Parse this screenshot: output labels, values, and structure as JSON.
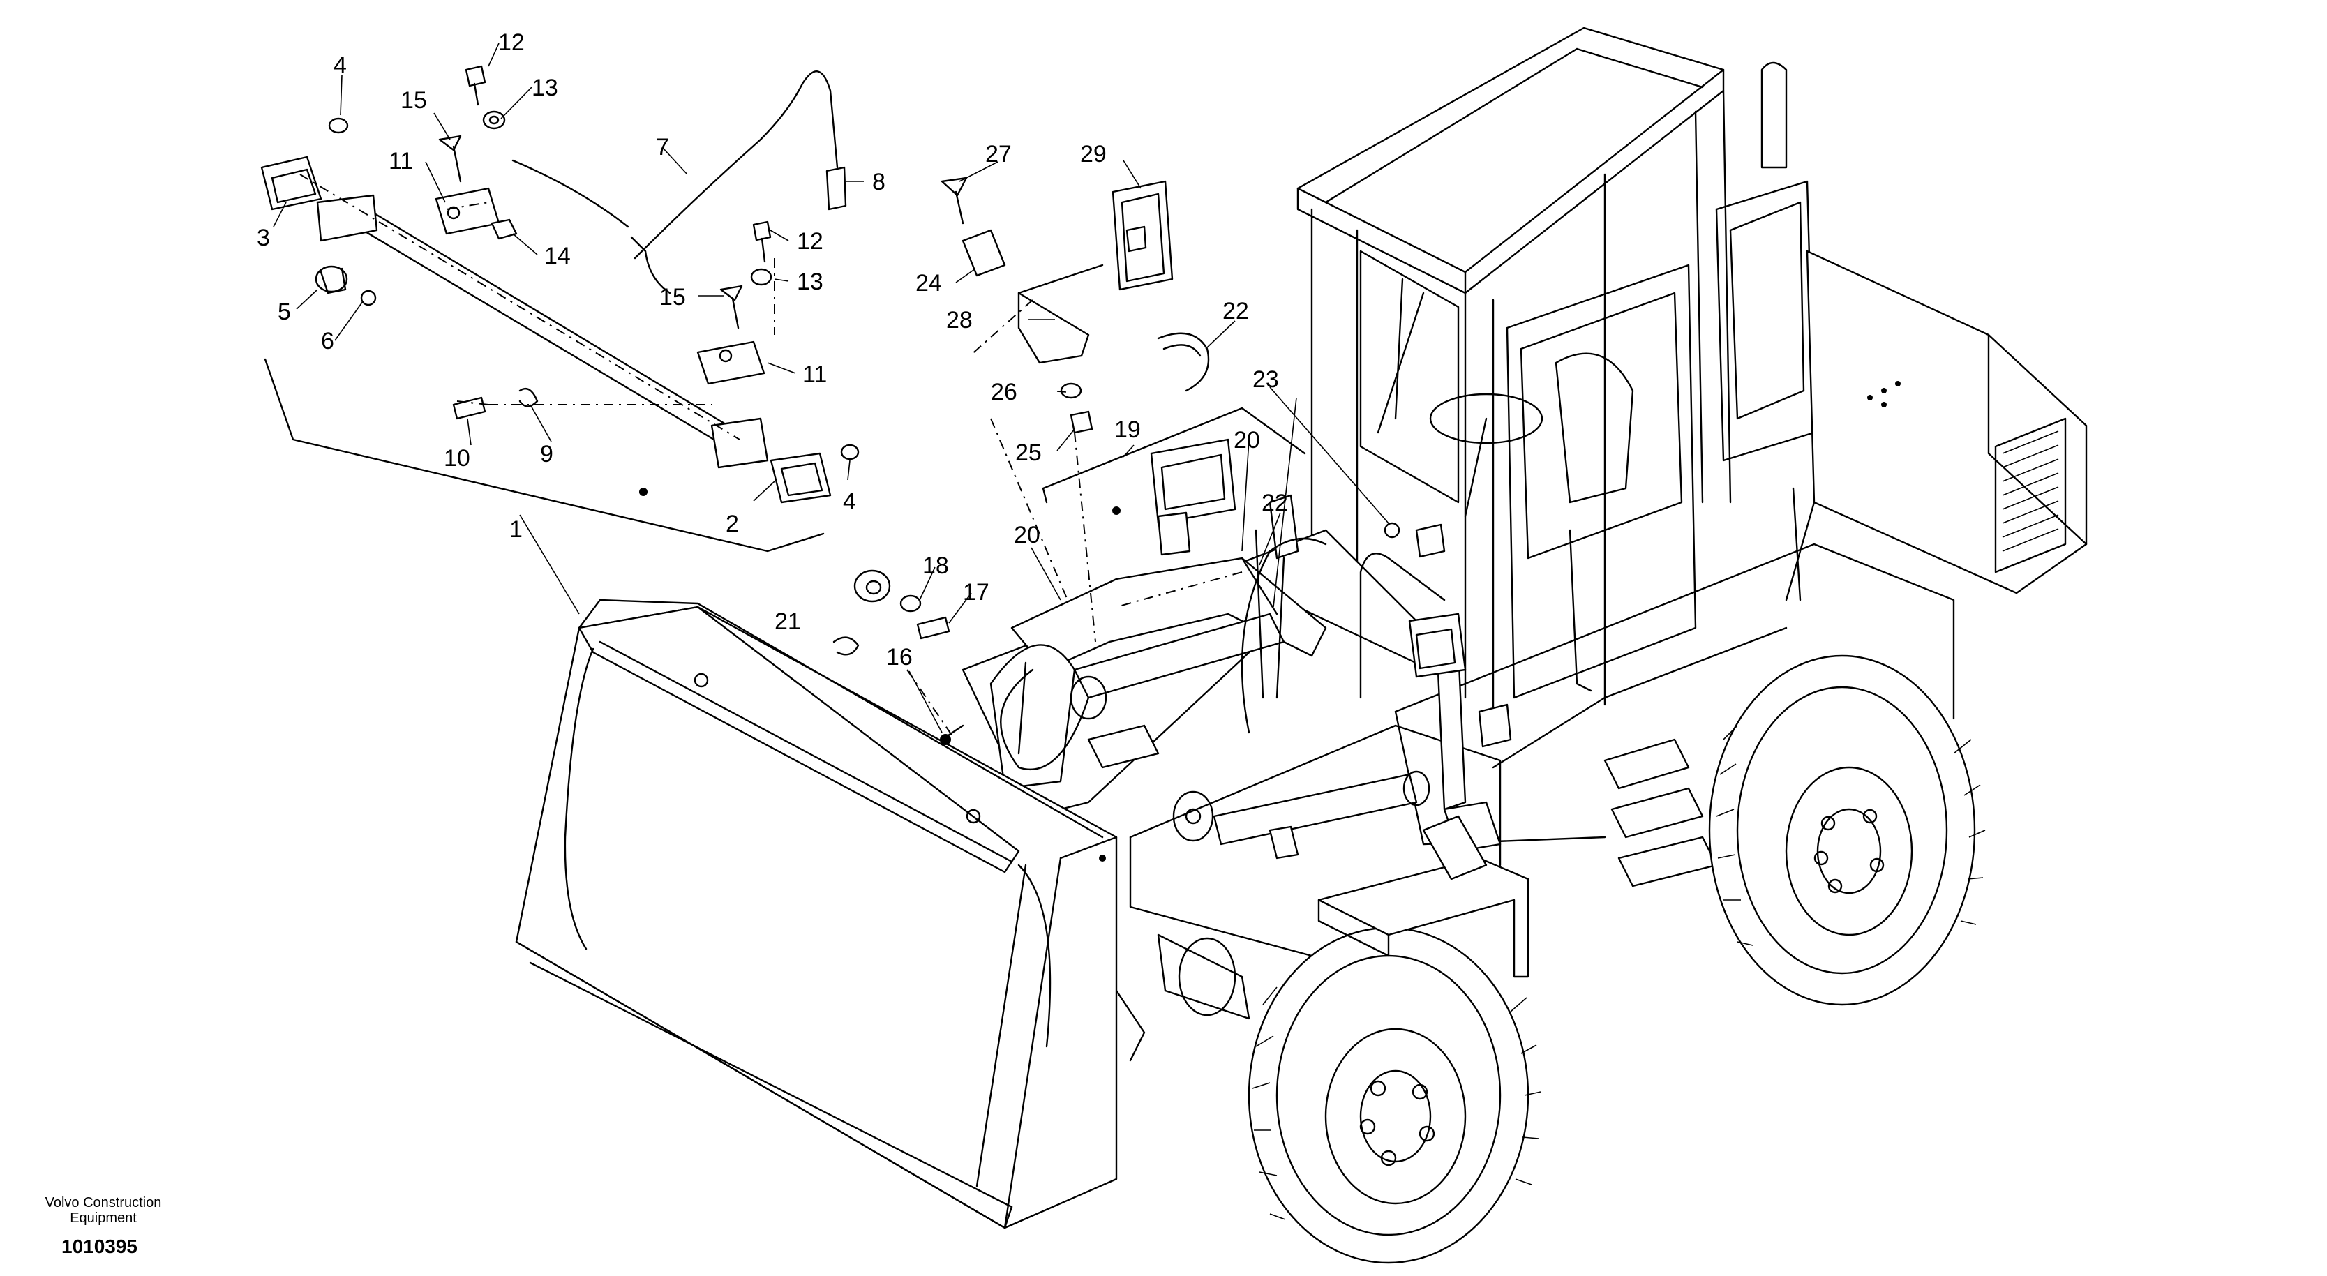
{
  "callouts": {
    "c1": "1",
    "c2": "2",
    "c3": "3",
    "c4a": "4",
    "c4b": "4",
    "c5": "5",
    "c6": "6",
    "c7": "7",
    "c8": "8",
    "c9": "9",
    "c10": "10",
    "c11a": "11",
    "c11b": "11",
    "c12a": "12",
    "c12b": "12",
    "c13a": "13",
    "c13b": "13",
    "c14": "14",
    "c15a": "15",
    "c15b": "15",
    "c16": "16",
    "c17": "17",
    "c18": "18",
    "c19": "19",
    "c20a": "20",
    "c20b": "20",
    "c21": "21",
    "c22a": "22",
    "c22b": "22",
    "c23": "23",
    "c24": "24",
    "c25": "25",
    "c26": "26",
    "c27": "27",
    "c28": "28",
    "c29": "29"
  },
  "footer": {
    "company_line1": "Volvo Construction",
    "company_line2": "Equipment",
    "drawing_number": "1010395"
  }
}
